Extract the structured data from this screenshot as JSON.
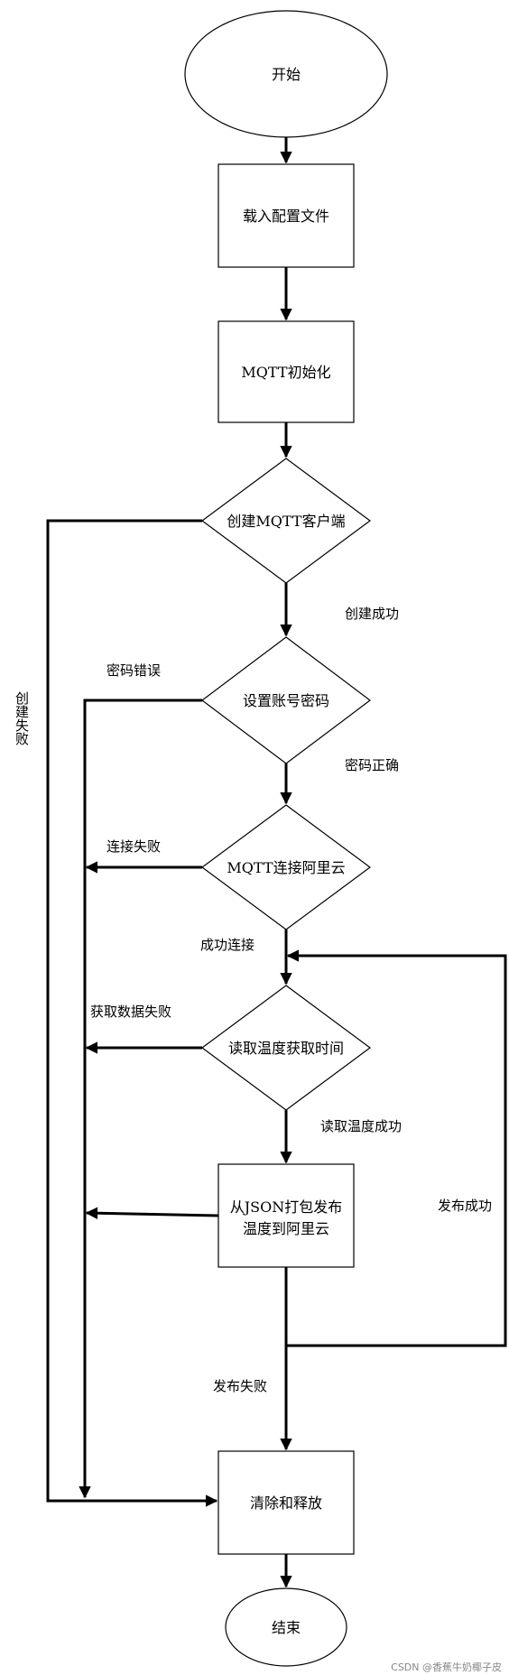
{
  "nodes": {
    "start": "开始",
    "load_config": "载入配置文件",
    "mqtt_init": "MQTT初始化",
    "create_client": "创建MQTT客户端",
    "set_account": "设置账号密码",
    "connect_aliyun": "MQTT连接阿里云",
    "read_temp": "读取温度获取时间",
    "publish_line1": "从JSON打包发布",
    "publish_line2": "温度到阿里云",
    "cleanup": "清除和释放",
    "end": "结束"
  },
  "labels": {
    "create_success": "创建成功",
    "create_fail": "创建失败",
    "password_error": "密码错误",
    "password_ok": "密码正确",
    "connect_fail": "连接失败",
    "connect_success": "成功连接",
    "read_fail": "获取数据失败",
    "read_success": "读取温度成功",
    "publish_success": "发布成功",
    "publish_fail": "发布失败"
  },
  "watermark": "CSDN @香蕉牛奶椰子皮"
}
